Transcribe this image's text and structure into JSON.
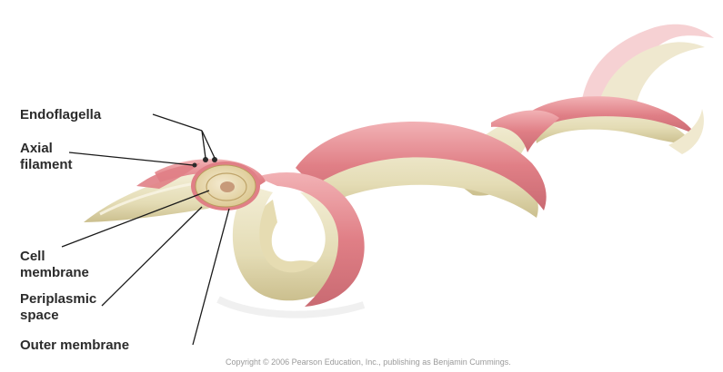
{
  "labels": {
    "endoflagella": "Endoflagella",
    "axial_line1": "Axial",
    "axial_line2": "filament",
    "cell_line1": "Cell",
    "cell_line2": "membrane",
    "peri_line1": "Periplasmic",
    "peri_line2": "space",
    "outer": "Outer membrane"
  },
  "copyright": "Copyright © 2006 Pearson Education, Inc., publishing as Benjamin Cummings.",
  "colors": {
    "outer_sheath": "#e07f86",
    "inner_body": "#e9e2bf",
    "cross_section": "#ecdfb0",
    "core": "#c79a7a"
  }
}
